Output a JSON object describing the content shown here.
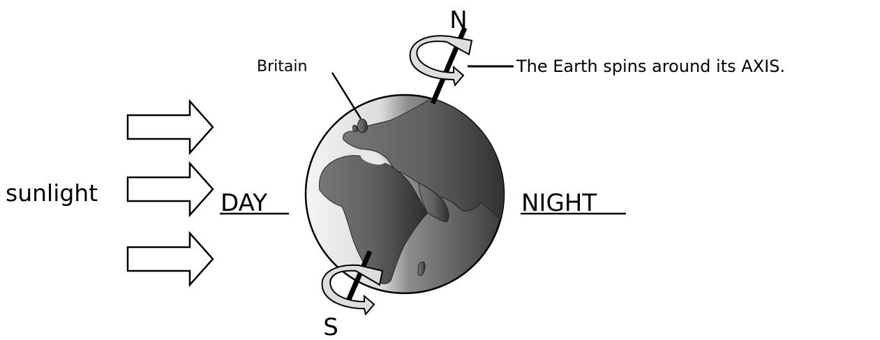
{
  "labels": {
    "north": "N",
    "south": "S",
    "britain": "Britain",
    "axis_note": "The Earth spins around its AXIS.",
    "sunlight": "sunlight",
    "day": "DAY",
    "night": "NIGHT"
  },
  "colors": {
    "ink": "#000000",
    "land": "#6d6d6d",
    "ocean_light": "#eeeeee",
    "night_side": "#3f3f3f"
  }
}
